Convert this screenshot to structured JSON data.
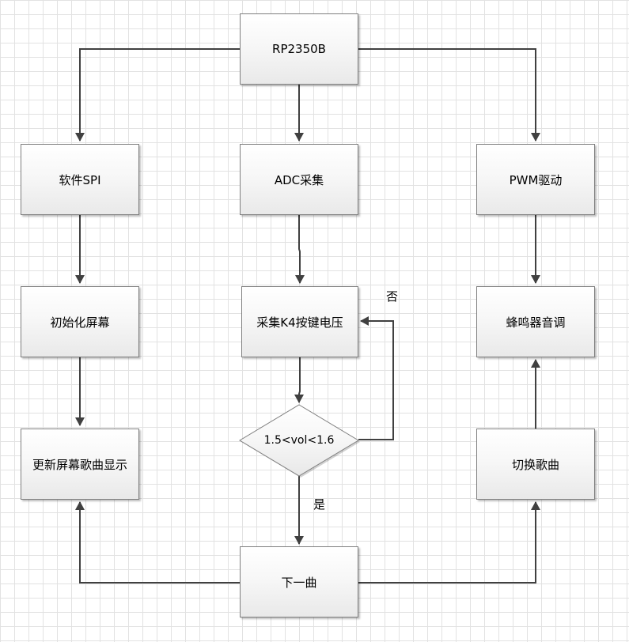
{
  "nodes": {
    "rp2350b": "RP2350B",
    "soft_spi": "软件SPI",
    "adc": "ADC采集",
    "pwm": "PWM驱动",
    "init_screen": "初始化屏幕",
    "sample_k4": "采集K4按键电压",
    "buzzer_tone": "蜂鸣器音调",
    "update_display": "更新屏幕歌曲显示",
    "decision": "1.5<vol<1.6",
    "switch_song": "切换歌曲",
    "next_song": "下一曲"
  },
  "edge_labels": {
    "no": "否",
    "yes": "是"
  },
  "colors": {
    "line": "#404040",
    "border": "#7f7f7f",
    "grid": "#e2e2e2"
  }
}
